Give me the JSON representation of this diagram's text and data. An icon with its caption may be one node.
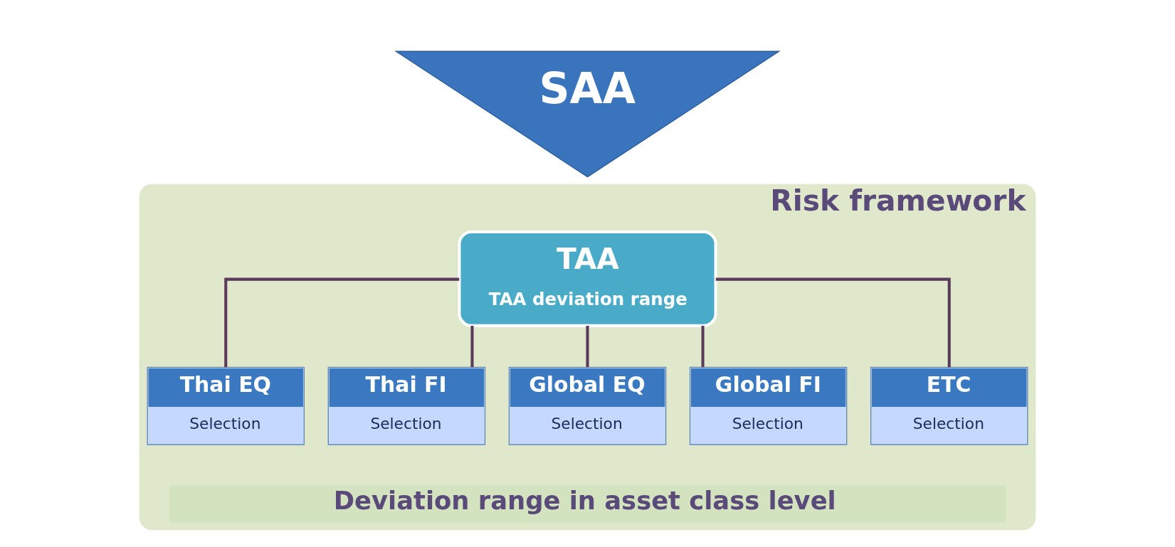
{
  "diagram": {
    "nodes": [
      {
        "text": [
          "Risk framework"
        ]
      },
      {
        "text": [
          "SAA"
        ]
      },
      {
        "text": [
          "TAA",
          "TAA deviation range"
        ],
        "in": 0
      },
      {
        "text": [
          "Deviation range in asset class level"
        ],
        "in": 0
      },
      {
        "text": [
          "Thai EQ",
          "Selection"
        ],
        "in": 0
      },
      {
        "text": [
          "Thai FI",
          "Selection"
        ],
        "in": 0
      },
      {
        "text": [
          "Global EQ",
          "Selection"
        ],
        "in": 0
      },
      {
        "text": [
          "Global FI",
          "Selection"
        ],
        "in": 0
      },
      {
        "text": [
          "ETC",
          "Selection"
        ],
        "in": 0
      }
    ],
    "edges": [
      {
        "from": 2,
        "to": 4,
        "arrow": "none"
      },
      {
        "from": 2,
        "to": 5,
        "arrow": "none"
      },
      {
        "from": 2,
        "to": 6,
        "arrow": "none"
      },
      {
        "from": 2,
        "to": 7,
        "arrow": "none"
      },
      {
        "from": 2,
        "to": 8,
        "arrow": "none"
      }
    ]
  }
}
